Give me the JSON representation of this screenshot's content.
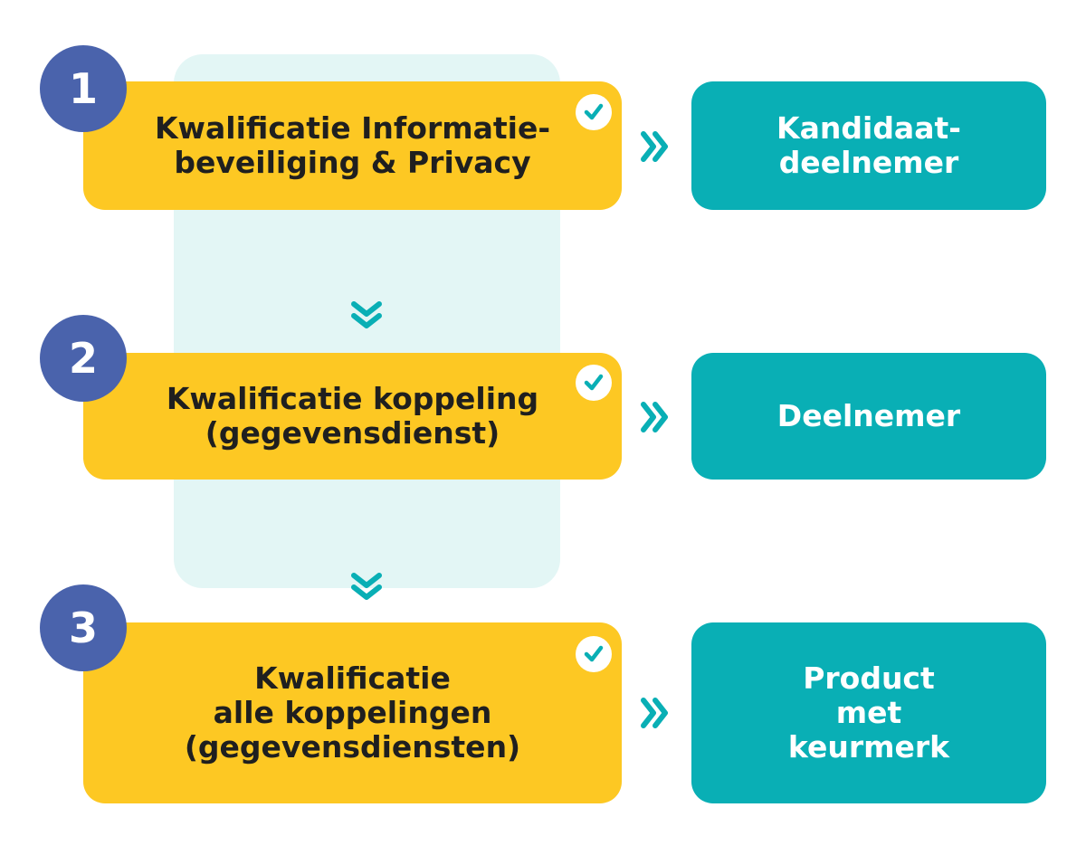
{
  "colors": {
    "step": "#fdc823",
    "result": "#09afb5",
    "number_badge": "#4a63ac",
    "panel": "#e3f6f5",
    "arrow": "#09afb5"
  },
  "steps": [
    {
      "number": "1",
      "label": "Kwalificatie Informatie-\nbeveiliging & Privacy",
      "result": "Kandidaat-\ndeelnemer"
    },
    {
      "number": "2",
      "label": "Kwalificatie koppeling\n(gegevensdienst)",
      "result": "Deelnemer"
    },
    {
      "number": "3",
      "label": "Kwalificatie\nalle koppelingen\n(gegevensdiensten)",
      "result": "Product\nmet\nkeurmerk"
    }
  ]
}
